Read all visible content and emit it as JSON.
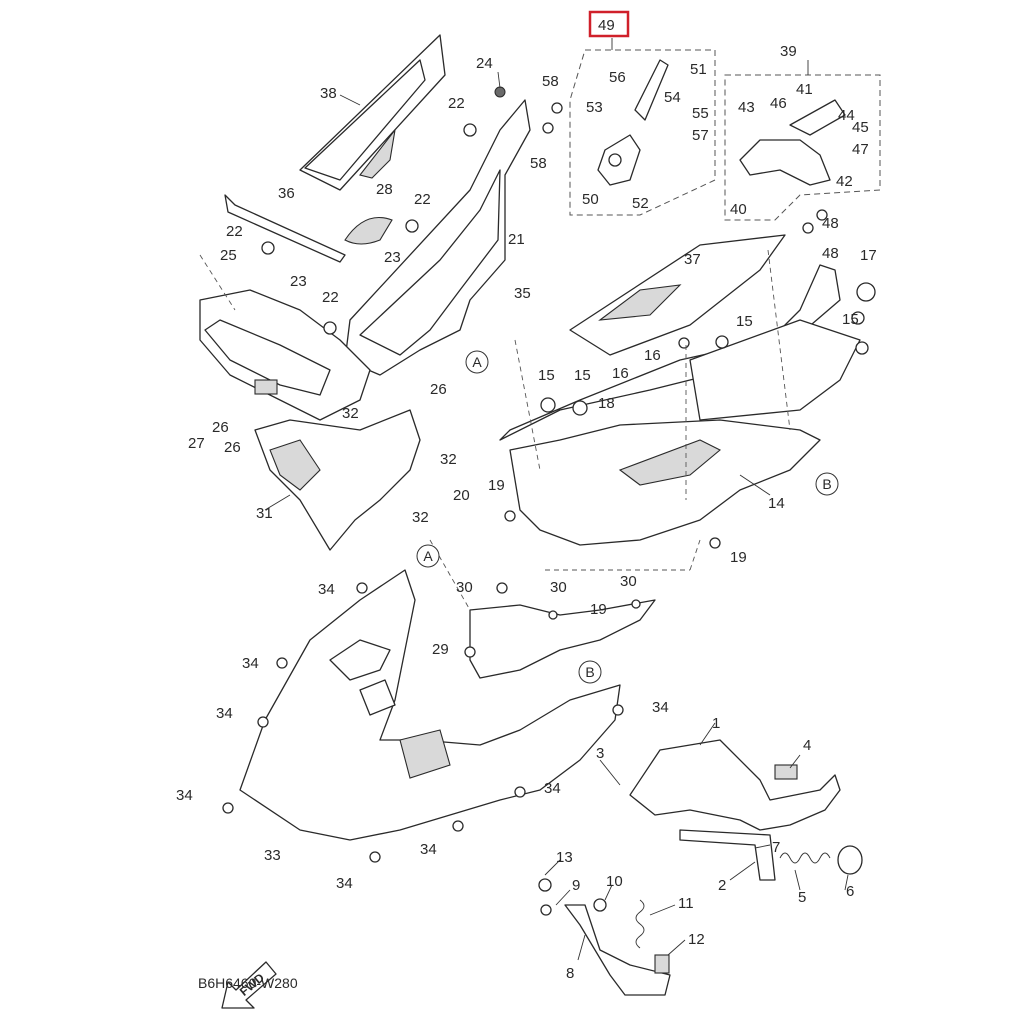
{
  "diagram": {
    "code": "B6H6460-W280",
    "fwd_label": "FWD",
    "highlighted_callout": "49",
    "ref_markers": [
      "A",
      "B"
    ],
    "highlight_color": "#d0202a",
    "callouts": [
      "1",
      "2",
      "3",
      "4",
      "5",
      "6",
      "7",
      "8",
      "9",
      "10",
      "11",
      "12",
      "13",
      "14",
      "15",
      "16",
      "17",
      "18",
      "19",
      "20",
      "21",
      "22",
      "23",
      "24",
      "25",
      "26",
      "27",
      "28",
      "29",
      "30",
      "31",
      "32",
      "33",
      "34",
      "35",
      "36",
      "37",
      "38",
      "39",
      "40",
      "41",
      "42",
      "43",
      "44",
      "45",
      "46",
      "47",
      "48",
      "50",
      "51",
      "52",
      "53",
      "54",
      "55",
      "56",
      "57",
      "58"
    ]
  }
}
